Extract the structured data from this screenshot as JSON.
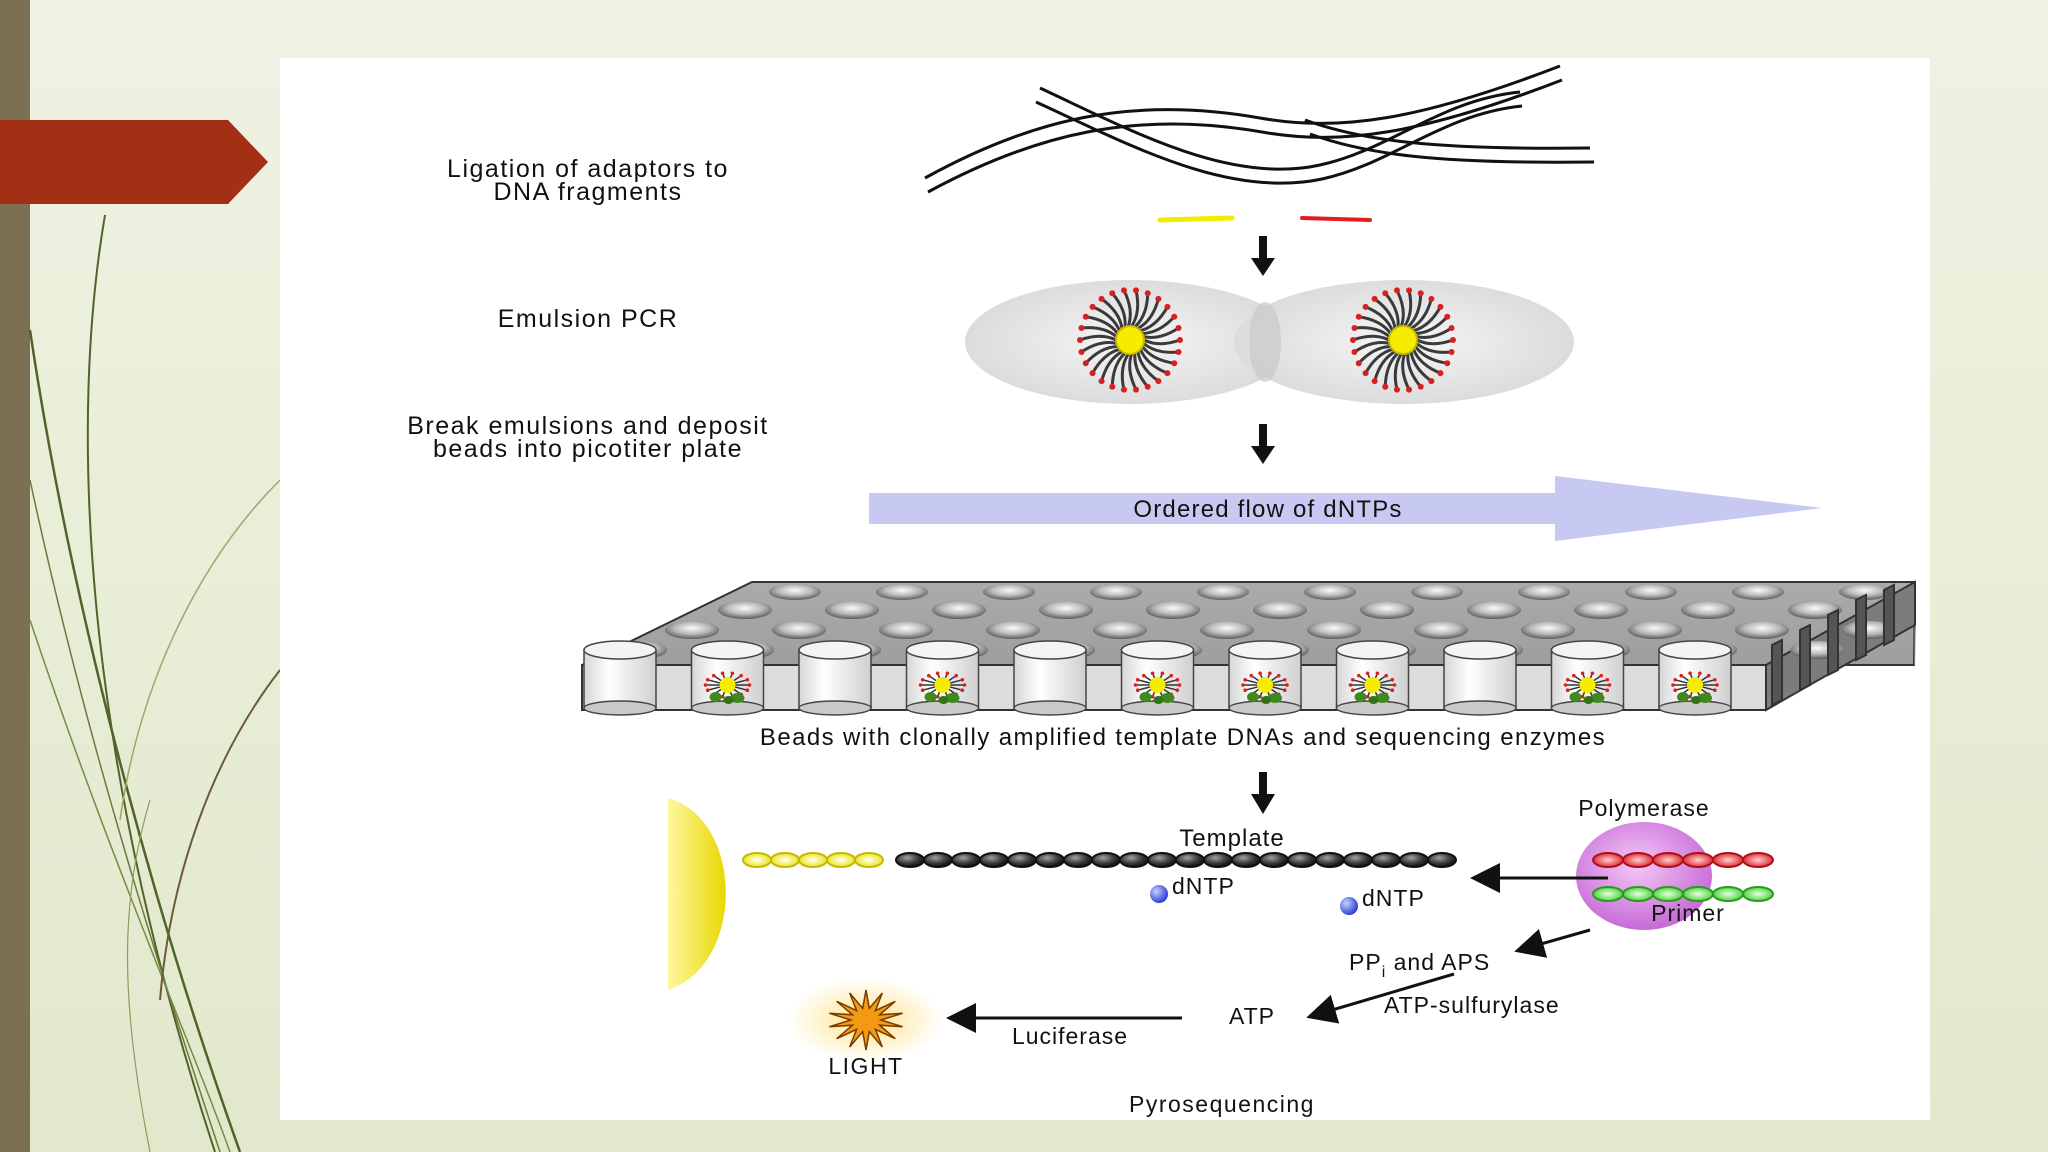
{
  "diagram": {
    "steps": {
      "ligation": [
        "Ligation of adaptors to",
        "DNA fragments"
      ],
      "emulsion": "Emulsion PCR",
      "break": [
        "Break emulsions and deposit",
        "beads into picotiter plate"
      ]
    },
    "flow_label": "Ordered flow of dNTPs",
    "beads_caption": "Beads with clonally amplified template DNAs and sequencing enzymes",
    "pyro": {
      "template": "Template",
      "polymerase": "Polymerase",
      "dntp": "dNTP",
      "primer": "Primer",
      "pp_main": "PP",
      "pp_sub": "i",
      "pp_rest": " and APS",
      "atp_sulfurylase": "ATP-sulfurylase",
      "atp": "ATP",
      "luciferase": "Luciferase",
      "light": "LIGHT",
      "title": "Pyrosequencing"
    }
  },
  "colors": {
    "accent_arrow": "#a33015",
    "sidebar": "#7b7052",
    "flow_arrow": "#c8c9f2",
    "adaptor_yellow": "#f2ea00",
    "adaptor_red": "#e0201c",
    "primer_green": "#44dd33",
    "polymerase_purple": "#d98be6"
  }
}
